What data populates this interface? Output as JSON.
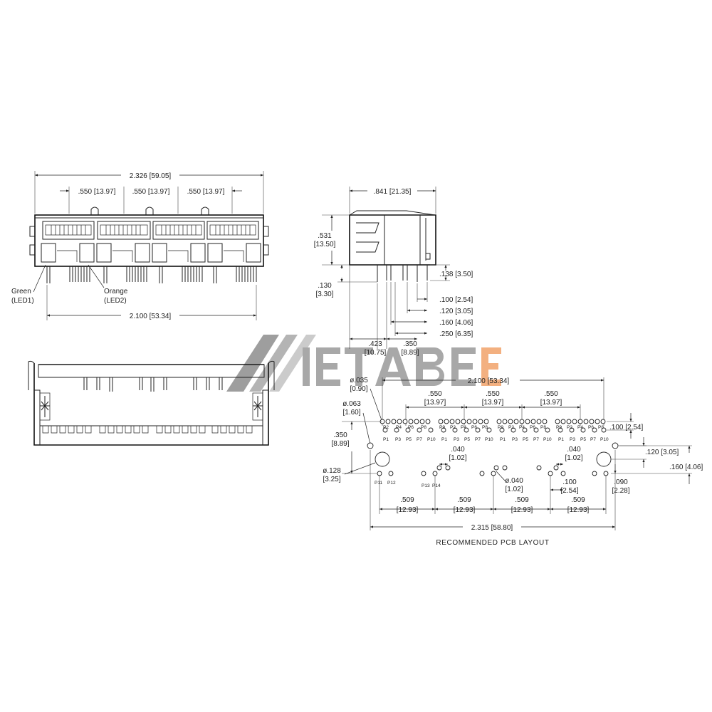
{
  "watermark": {
    "text": "METABEE",
    "arrow_color": "#9a9a9a",
    "e_color": "#f2a36b"
  },
  "front_view": {
    "dims": {
      "overall_width": "2.326 [59.05]",
      "port_pitch_1": ".550 [13.97]",
      "port_pitch_2": ".550 [13.97]",
      "port_pitch_3": ".550 [13.97]",
      "pin_span": "2.100 [53.34]"
    },
    "led_green": [
      "Green",
      "(LED1)"
    ],
    "led_orange": [
      "Orange",
      "(LED2)"
    ]
  },
  "side_view": {
    "dims": {
      "depth": ".841 [21.35]",
      "height": [
        ".531",
        "[13.50]"
      ],
      "standoff": [
        ".130",
        "[3.30]"
      ],
      "pin_138": ".138 [3.50]",
      "pin_100": ".100 [2.54]",
      "pin_120": ".120 [3.05]",
      "pin_160": ".160 [4.06]",
      "pin_250": ".250 [6.35]",
      "offset_423": [
        ".423",
        "[10.75]"
      ],
      "offset_350": [
        ".350",
        "[8.89]"
      ]
    }
  },
  "pcb_layout": {
    "caption": "RECOMMENDED PCB LAYOUT",
    "dims": {
      "hole_035": [
        "ø.035",
        "[0.90]"
      ],
      "span_2100": "2.100 [53.34]",
      "pitch_a": [
        ".550",
        "[13.97]"
      ],
      "pitch_b": [
        ".550",
        "[13.97]"
      ],
      "pitch_c": [
        ".550",
        "[13.97]"
      ],
      "hole_063": [
        "ø.063",
        "[1.60]"
      ],
      "off_350": [
        ".350",
        "[8.89]"
      ],
      "right_100": ".100 [2.54]",
      "right_120": ".120 [3.05]",
      "right_160": ".160 [4.06]",
      "right_090": [
        ".090",
        "[2.28]"
      ],
      "gap_040_a": [
        ".040",
        "[1.02]"
      ],
      "gap_040_b": [
        ".040",
        "[1.02]"
      ],
      "hole_040": [
        "ø.040",
        "[1.02]"
      ],
      "pitch_100": [
        ".100",
        "[2.54]"
      ],
      "hole_128": [
        "ø.128",
        "[3.25]"
      ],
      "seg_1": [
        ".509",
        "[12.93]"
      ],
      "seg_2": [
        ".509",
        "[12.93]"
      ],
      "seg_3": [
        ".509",
        "[12.93]"
      ],
      "seg_4": [
        ".509",
        "[12.93]"
      ],
      "overall": "2.315 [58.80]"
    },
    "port_pins_top": [
      "P2",
      "P4",
      "P6",
      "P8"
    ],
    "port_pins_bottom": [
      "P1",
      "P3",
      "P5",
      "P7",
      "P10"
    ],
    "port_pins_top_alt": [
      "P9",
      "P2",
      "P4",
      "P6",
      "P8"
    ],
    "led_pins": [
      "P11",
      "P12",
      "P13",
      "P14"
    ]
  }
}
